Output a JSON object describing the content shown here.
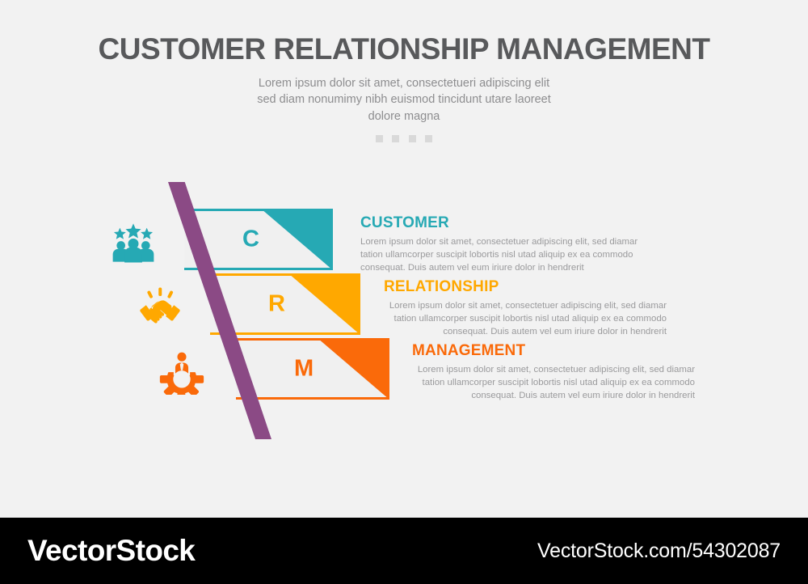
{
  "header": {
    "title": "CUSTOMER RELATIONSHIP MANAGEMENT",
    "subtitle": "Lorem ipsum dolor sit amet, consectetueri adipiscing elit sed diam nonumimy nibh euismod tincidunt utare laoreet dolore magna",
    "dots_count": 4,
    "dot_color": "#d9d9d9",
    "title_color": "#58595b",
    "subtitle_color": "#8d8d8f"
  },
  "diagram": {
    "accent_purple": "#8b4a85",
    "background": "#f2f2f2",
    "steps": [
      {
        "letter": "C",
        "heading": "CUSTOMER",
        "body": "Lorem ipsum dolor sit amet, consectetuer adipiscing elit, sed diamar tation ullamcorper suscipit lobortis nisl utad aliquip ex ea commodo consequat. Duis autem vel eum iriure dolor in hendrerit",
        "color": "#26a9b4",
        "icon": "people-group-stars-icon"
      },
      {
        "letter": "R",
        "heading": "RELATIONSHIP",
        "body": "Lorem ipsum dolor sit amet, consectetuer adipiscing elit, sed diamar tation ullamcorper suscipit lobortis nisl utad aliquip ex ea commodo consequat. Duis autem vel eum iriure dolor in hendrerit",
        "color": "#ffa800",
        "icon": "handshake-icon"
      },
      {
        "letter": "M",
        "heading": "MANAGEMENT",
        "body": "Lorem ipsum dolor sit amet, consectetuer adipiscing elit, sed diamar tation ullamcorper suscipit lobortis nisl utad aliquip ex ea commodo consequat. Duis autem vel eum iriure dolor in hendrerit",
        "color": "#fa6a0a",
        "icon": "person-in-gear-icon"
      }
    ]
  },
  "watermark": {
    "logo": "VectorStock",
    "url": "VectorStock.com/54302087",
    "background": "#000000"
  }
}
